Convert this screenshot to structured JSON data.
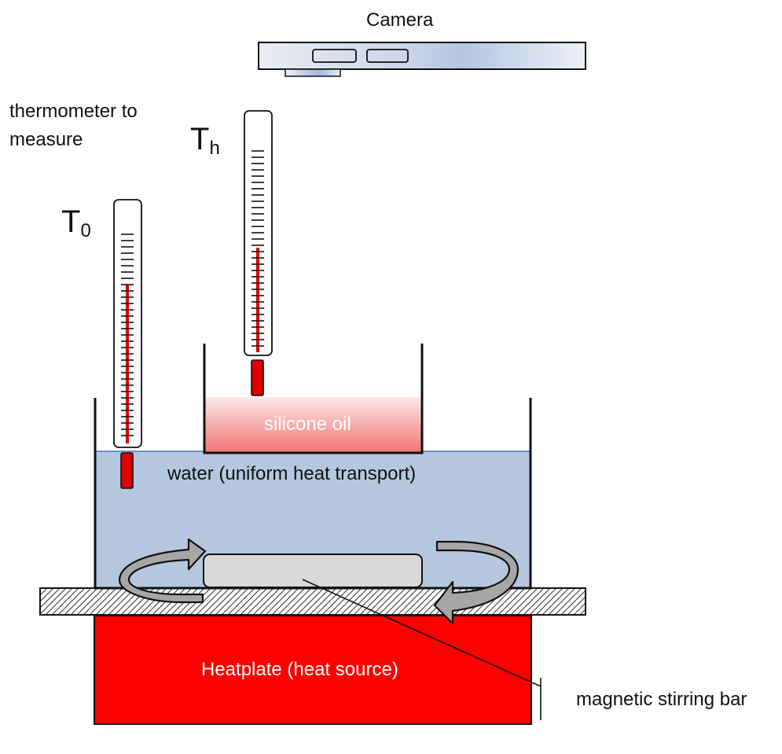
{
  "labels": {
    "camera": "Camera",
    "thermometer_note": "thermometer to measure",
    "t0_main": "T",
    "t0_sub": "0",
    "th_main": "T",
    "th_sub": "h",
    "silicone_oil": "silicone oil",
    "water": "water (uniform heat transport)",
    "heatplate": "Heatplate (heat source)",
    "stirring_bar": "magnetic stirring bar"
  },
  "colors": {
    "water": "#b4c7de",
    "silicone_oil_top": "#fce4e4",
    "silicone_oil_bottom": "#f27a7a",
    "heatplate": "#ff0000",
    "mercury": "#e00000",
    "camera_light": "#eef1f6",
    "camera_mid": "#c9d6ea",
    "stir_bar": "#d9d9d9",
    "arrow_gray": "#a6a6a6"
  }
}
